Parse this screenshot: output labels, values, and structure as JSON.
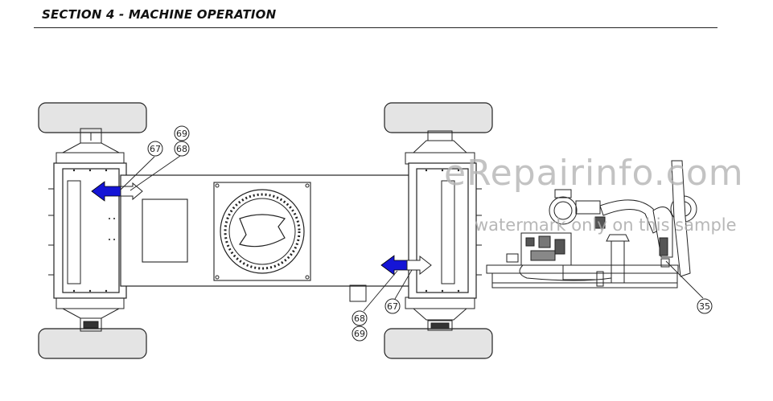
{
  "header": {
    "title": "SECTION 4 - MACHINE OPERATION"
  },
  "callouts": {
    "top_69": "69",
    "top_67": "67",
    "top_68": "68",
    "bottom_67": "67",
    "bottom_68": "68",
    "bottom_69": "69",
    "side_35": "35"
  },
  "watermark": {
    "site": "eRepairinfo.com",
    "note": "watermark only on this sample"
  },
  "colors": {
    "arrow_blue": "#1515d6",
    "line": "#222222",
    "tire": "#e4e4e4"
  }
}
